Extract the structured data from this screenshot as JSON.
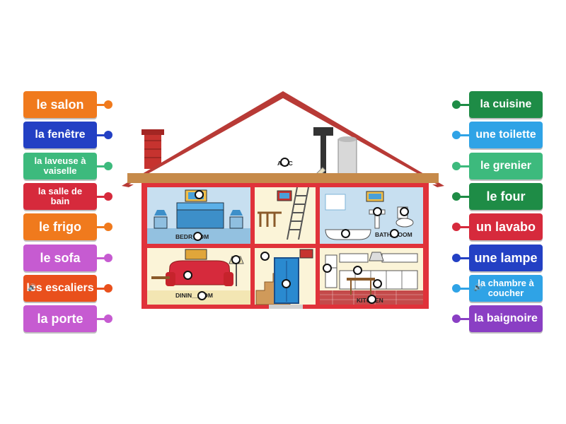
{
  "left_labels": [
    {
      "text": "le salon",
      "color": "#f07a1d"
    },
    {
      "text": "la fenêtre",
      "color": "#2340c4"
    },
    {
      "text": "la laveuse à vaiselle",
      "color": "#3dba7d"
    },
    {
      "text": "la salle de bain",
      "color": "#d62a3c"
    },
    {
      "text": "le frigo",
      "color": "#f07a1d"
    },
    {
      "text": "le sofa",
      "color": "#c65bd1"
    },
    {
      "text": "les escaliers",
      "color": "#e9501c",
      "audio": true
    },
    {
      "text": "la porte",
      "color": "#c65bd1"
    }
  ],
  "right_labels": [
    {
      "text": "la cuisine",
      "color": "#1e8c46"
    },
    {
      "text": "une toilette",
      "color": "#2fa3e6"
    },
    {
      "text": "le grenier",
      "color": "#3dba7d"
    },
    {
      "text": "le four",
      "color": "#1e8c46"
    },
    {
      "text": "un lavabo",
      "color": "#d62a3c"
    },
    {
      "text": "une lampe",
      "color": "#2340c4"
    },
    {
      "text": "la chambre à coucher",
      "color": "#2fa3e6",
      "audio": true
    },
    {
      "text": "la baignoire",
      "color": "#8a3fc4"
    }
  ],
  "house": {
    "rooms": {
      "attic": "A__C",
      "bedroom": "BEDR__OM",
      "bathroom": "BATH__OOM",
      "dining": "DININ__OOM",
      "kitchen": "KITCHEN"
    },
    "colors": {
      "roof": "#b83a36",
      "wall": "#e0323a",
      "floor": "#c68a4a",
      "sky": "#c7dff0"
    }
  },
  "drop_targets": [
    "attic",
    "bedroom-window",
    "bedroom",
    "bathroom-sink",
    "bathroom-toilet",
    "bathtub",
    "bathroom",
    "lamp",
    "stairs",
    "sofa",
    "kitchen-fridge",
    "kitchen-oven",
    "door",
    "dishwasher",
    "dining-room",
    "kitchen"
  ]
}
